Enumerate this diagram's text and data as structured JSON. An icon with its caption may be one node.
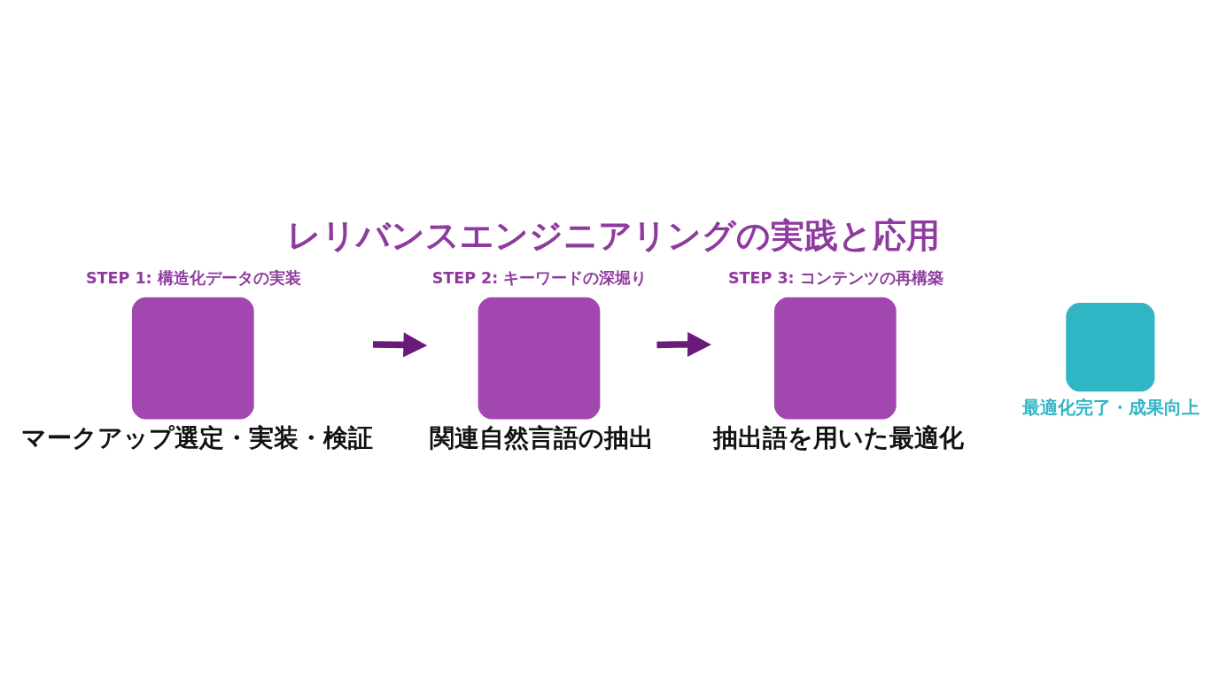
{
  "diagram": {
    "title": "レリバンスエンジニアリングの実践と応用",
    "nodes": [
      {
        "text": [
          "STEP 1: 構造化データの実装",
          "マークアップ選定・実装・検証"
        ]
      },
      {
        "text": [
          "STEP 2: キーワードの深堀り",
          "関連自然言語の抽出"
        ]
      },
      {
        "text": [
          "STEP 3: コンテンツの再構築",
          "抽出語を用いた最適化"
        ]
      },
      {
        "text": [
          "最適化完了・成果向上"
        ]
      }
    ],
    "edges": [
      {
        "from": 0,
        "to": 1,
        "arrow": "to"
      },
      {
        "from": 1,
        "to": 2,
        "arrow": "to"
      }
    ]
  }
}
